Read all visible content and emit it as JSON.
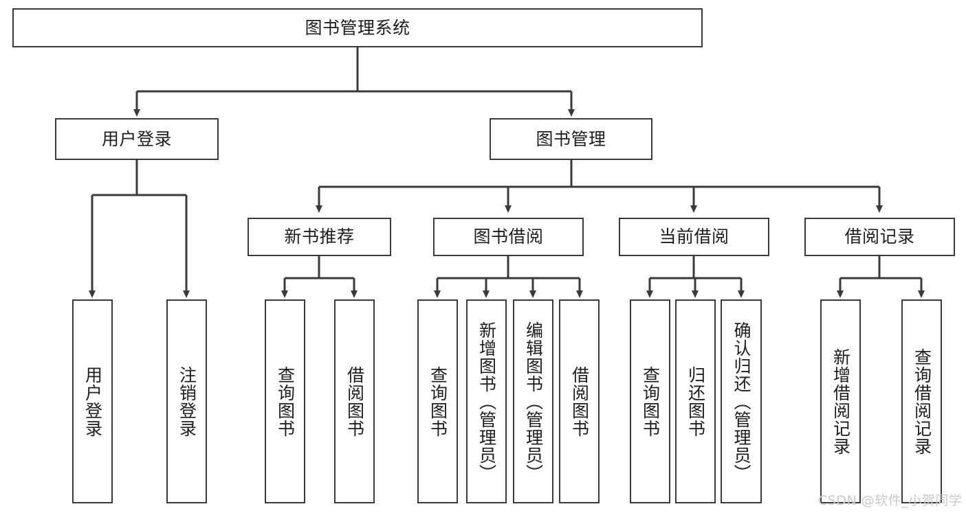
{
  "diagram": {
    "title": "图书管理系统",
    "type": "tree-hierarchy-diagram",
    "watermark": "CSDN @软件_小贺同学",
    "stroke_color": "#3a3a3a",
    "fill_color": "#ffffff",
    "text_color": "#1d1d1d",
    "watermark_color": "#c9c9c9"
  },
  "nodes": {
    "root": {
      "label": "图书管理系统"
    },
    "level2": [
      {
        "id": "user-login",
        "label": "用户登录"
      },
      {
        "id": "book-manage",
        "label": "图书管理"
      }
    ],
    "level3": [
      {
        "id": "new-book-recommend",
        "label": "新书推荐"
      },
      {
        "id": "book-borrow",
        "label": "图书借阅"
      },
      {
        "id": "current-borrow",
        "label": "当前借阅"
      },
      {
        "id": "borrow-record",
        "label": "借阅记录"
      }
    ],
    "leaves": {
      "user_login": [
        {
          "id": "leaf-user-login",
          "label": "用户登录"
        },
        {
          "id": "leaf-logout-login",
          "label": "注销登录"
        }
      ],
      "new_book_recommend": [
        {
          "id": "leaf-query-book-1",
          "label": "查询图书"
        },
        {
          "id": "leaf-borrow-book-1",
          "label": "借阅图书"
        }
      ],
      "book_borrow": [
        {
          "id": "leaf-query-book-2",
          "label": "查询图书"
        },
        {
          "id": "leaf-add-book-admin",
          "label": "新增图书（管理员）"
        },
        {
          "id": "leaf-edit-book-admin",
          "label": "编辑图书（管理员）"
        },
        {
          "id": "leaf-borrow-book-2",
          "label": "借阅图书"
        }
      ],
      "current_borrow": [
        {
          "id": "leaf-query-book-3",
          "label": "查询图书"
        },
        {
          "id": "leaf-return-book",
          "label": "归还图书"
        },
        {
          "id": "leaf-confirm-return-admin",
          "label": "确认归还（管理员）"
        }
      ],
      "borrow_record": [
        {
          "id": "leaf-add-borrow-record",
          "label": "新增借阅记录"
        },
        {
          "id": "leaf-query-borrow-record",
          "label": "查询借阅记录"
        }
      ]
    }
  }
}
